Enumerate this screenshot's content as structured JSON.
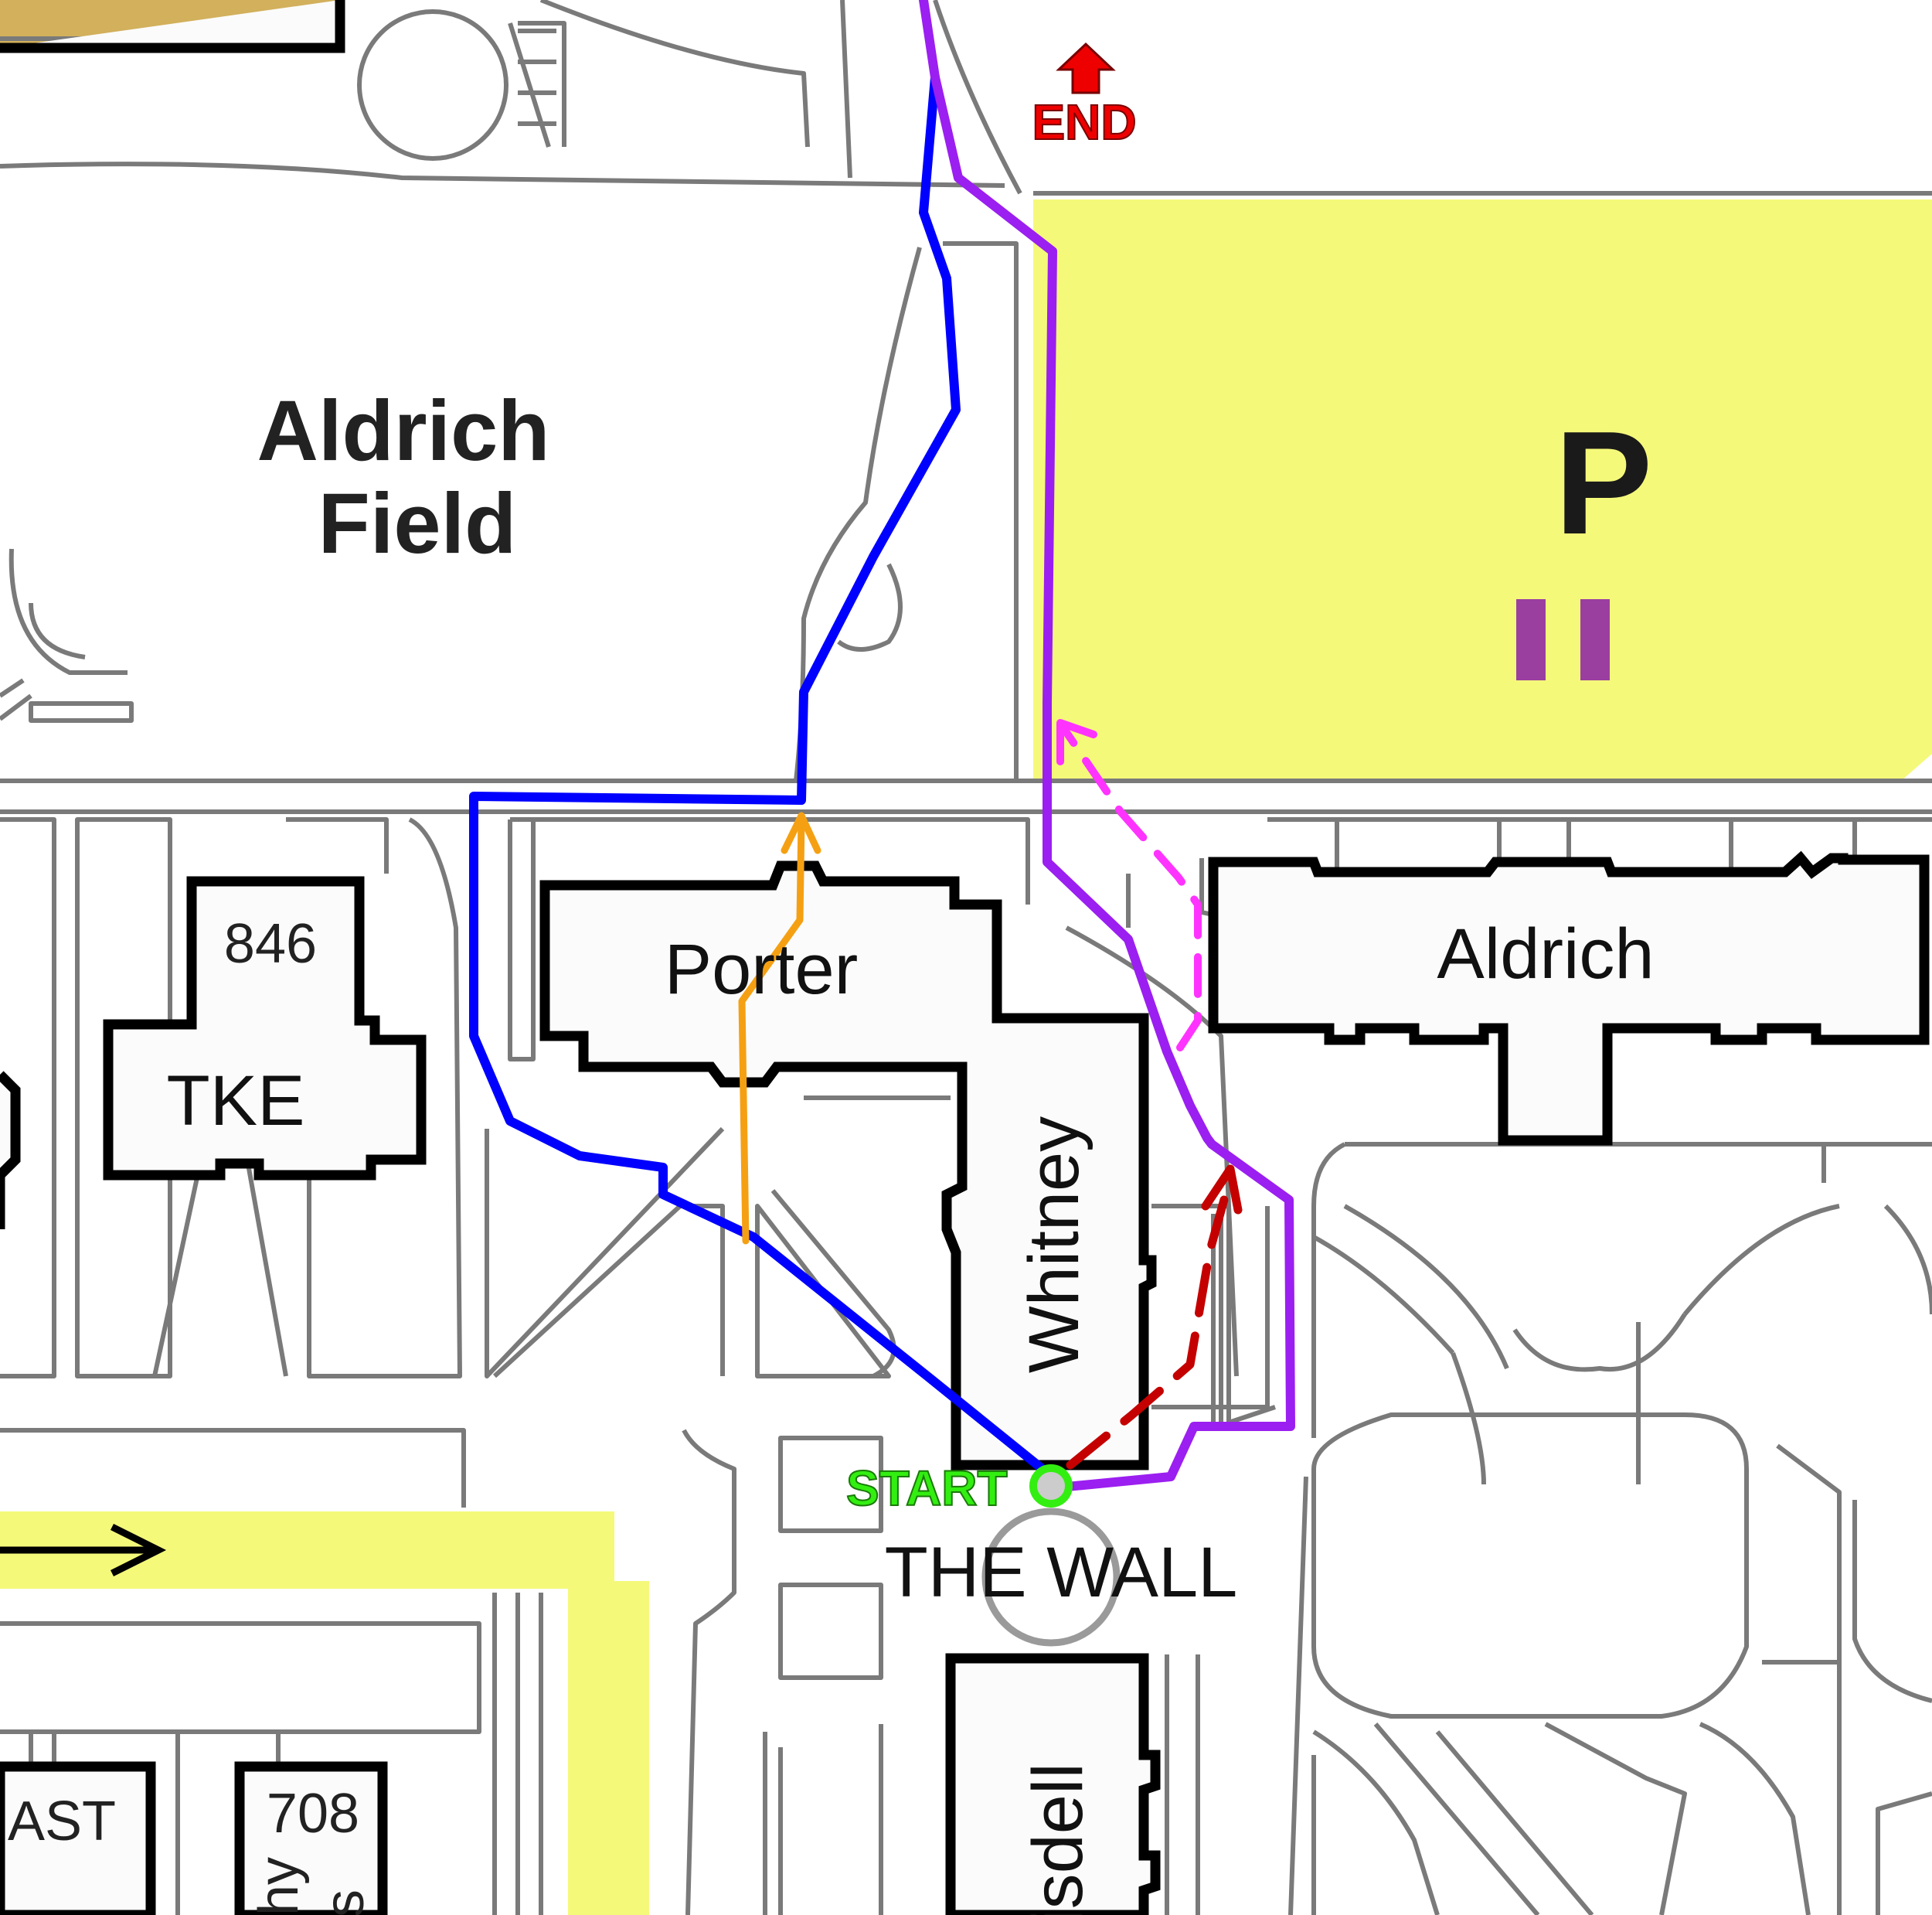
{
  "map": {
    "area_labels": {
      "field_line1": "Aldrich",
      "field_line2": "Field",
      "parking": "P",
      "wall": "THE WALL"
    },
    "buildings": {
      "porter": "Porter",
      "whitney": "Whitney",
      "aldrich": "Aldrich",
      "tke": "TKE",
      "tke_number": "846",
      "ast": "AST",
      "bldg_708": "708",
      "frisdell": "isdell",
      "partial_a": "hy",
      "partial_b": "s"
    },
    "markers": {
      "start": "START",
      "end": "END"
    },
    "colors": {
      "parking": "#f5f97a",
      "blue_route": "#0000ff",
      "purple_route": "#9b1ff0",
      "orange_route": "#f5a013",
      "magenta_route": "#ff33ff",
      "red_route": "#c40000",
      "start": "#33ee11",
      "end": "#ee0000",
      "parking_stripe": "#9a3fa0"
    }
  }
}
